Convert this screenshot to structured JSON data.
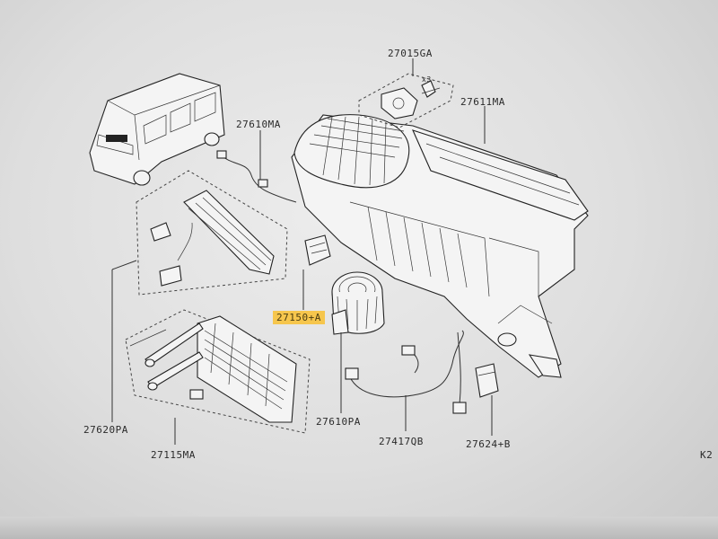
{
  "labels": {
    "p27015GA": "27015GA",
    "p27611MA": "27611MA",
    "p27610MA": "27610MA",
    "p27150A": "27150+A",
    "p27620PA": "27620PA",
    "p27610PA": "27610PA",
    "p27115MA": "27115MA",
    "p27417QB": "27417QB",
    "p27624B": "27624+B",
    "edge": "K2",
    "x3": "x3"
  },
  "colors": {
    "highlight": "#f6c64d",
    "line": "#333333"
  }
}
